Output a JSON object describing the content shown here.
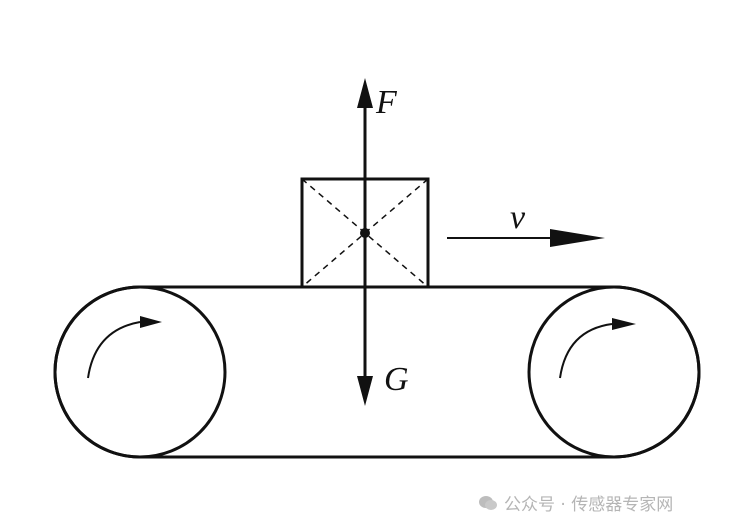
{
  "labels": {
    "force_up": "F",
    "force_down": "G",
    "velocity": "v"
  },
  "watermark": {
    "text": "公众号 · 传感器专家网"
  },
  "colors": {
    "line": "#111111",
    "watermark": "#b5b5b5"
  }
}
